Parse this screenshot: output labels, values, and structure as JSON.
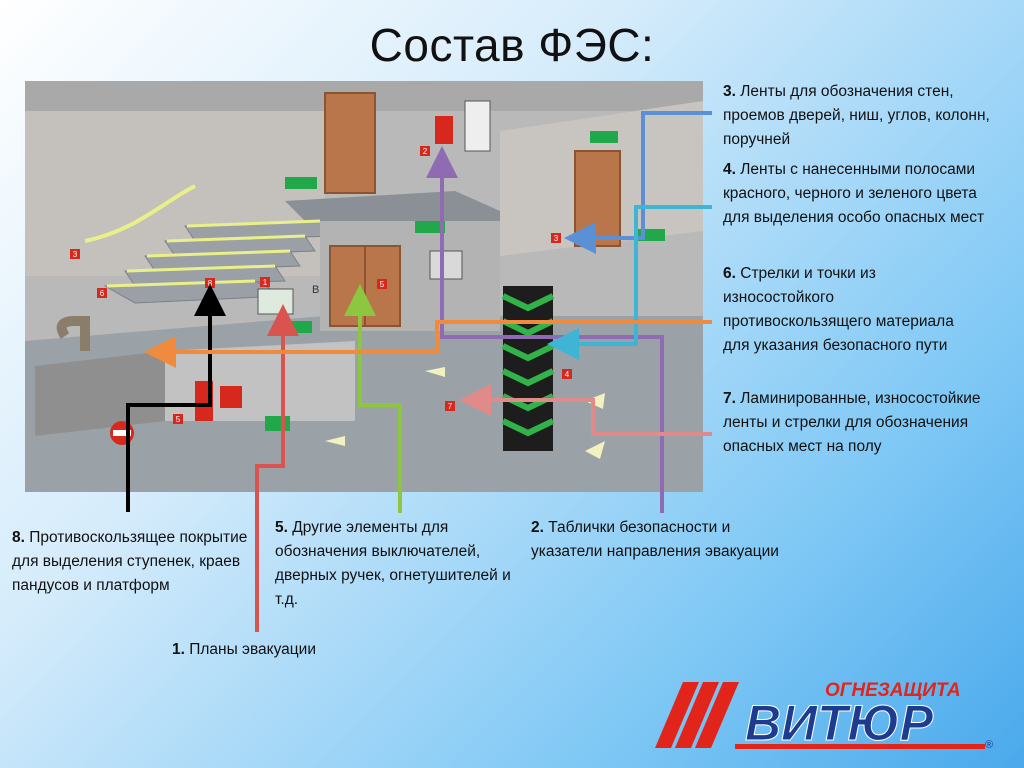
{
  "slide": {
    "title": "Состав ФЭС:"
  },
  "captions": [
    {
      "id": "c3",
      "num": "3.",
      "text": " Ленты для обозначения стен, проемов дверей, ниш, углов, колонн, поручней"
    },
    {
      "id": "c4",
      "num": "4.",
      "text": " Ленты с нанесенными полосами красного, черного и зеленого цвета для выделения особо опасных мест"
    },
    {
      "id": "c6",
      "num": "6.",
      "text": " Стрелки и точки из износостойкого противоскользящего материала для указания безопасного пути"
    },
    {
      "id": "c7",
      "num": "7.",
      "text": " Ламинированные, износостойкие ленты и стрелки для обозначения опасных мест на полу"
    },
    {
      "id": "c8",
      "num": "8.",
      "text": " Противоскользящее покрытие для выделения ступенек, краев пандусов и платформ"
    },
    {
      "id": "c5",
      "num": "5.",
      "text": " Другие элементы для обозначения выключателей, дверных ручек, огнетушителей и т.д."
    },
    {
      "id": "c2",
      "num": "2.",
      "text": " Таблички безопасности и указатели направления эвакуации"
    },
    {
      "id": "c1",
      "num": "1.",
      "text": " Планы эвакуации"
    }
  ],
  "scene_labels": {
    "marker_1": "1",
    "marker_2": "2",
    "marker_3": "3",
    "marker_4": "4",
    "marker_5": "5",
    "marker_6": "6",
    "marker_7": "7",
    "marker_8": "8",
    "floor_b": "B"
  },
  "logo": {
    "top": "ОГНЕЗАЩИТА",
    "main": "ВИТЮР",
    "reg": "®"
  },
  "colors": {
    "arrow_black": "#000000",
    "arrow_red": "#d9534f",
    "arrow_green": "#8dc63f",
    "arrow_purple": "#8e6bb3",
    "arrow_blue": "#5b8fd6",
    "arrow_cyan": "#3fb5d6",
    "arrow_orange": "#f08a3c",
    "arrow_pink": "#e08a8a",
    "logo_red": "#e1251b",
    "logo_blue": "#1d3c8f"
  }
}
